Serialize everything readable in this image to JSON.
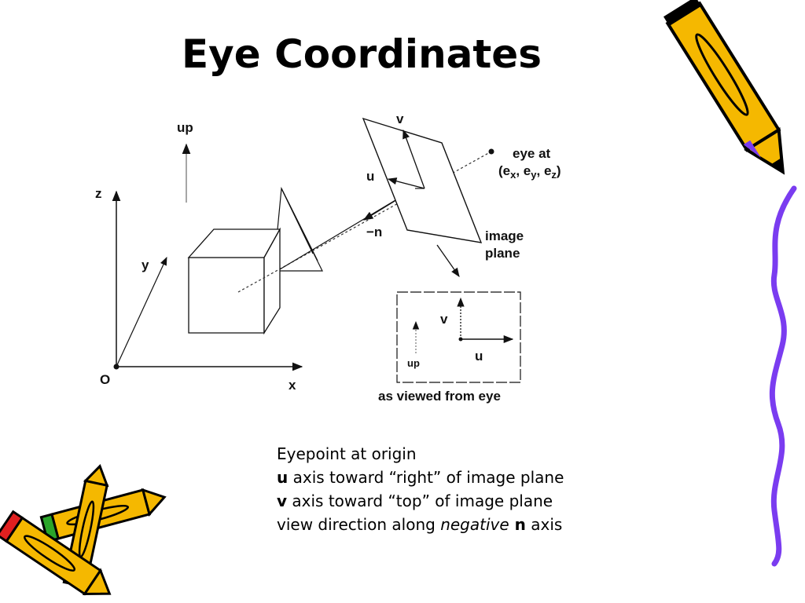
{
  "slide": {
    "title": "Eye Coordinates"
  },
  "diagram": {
    "labels": {
      "up": "up",
      "z": "z",
      "y": "y",
      "x": "x",
      "origin": "O",
      "v": "v",
      "u": "u",
      "neg_n": "−n",
      "eye_at": "eye at",
      "eye_coords_open": "(e",
      "sub_x": "x",
      "sep1": ", e",
      "sub_y": "y",
      "sep2": ", e",
      "sub_z": "z",
      "eye_coords_close": ")",
      "image": "image",
      "plane": "plane",
      "inset_v": "v",
      "inset_u": "u",
      "inset_up": "up",
      "viewed_from": "as viewed from eye"
    }
  },
  "notes": {
    "line1": "Eyepoint at origin",
    "line2_bold": "u",
    "line2_rest": " axis toward “right” of image plane",
    "line3_bold": "v",
    "line3_rest": " axis toward “top” of image plane",
    "line4_start": "view direction along ",
    "line4_italic": "negative",
    "line4_bold": " n",
    "line4_end": " axis"
  },
  "colors": {
    "pencil_body": "#f5b800",
    "pencil_outline": "#000000",
    "pencil_eraser_red": "#e02020",
    "pencil_eraser_green": "#2aa52a",
    "accent_purple": "#7a3cf0"
  }
}
